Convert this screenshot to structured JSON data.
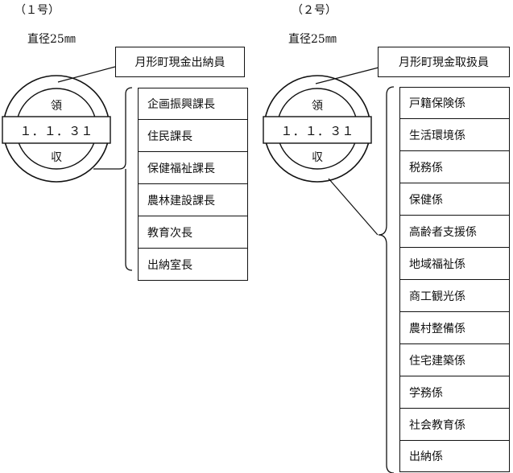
{
  "stamp1": {
    "number_label": "（１号）",
    "diameter_label": "直径25㎜",
    "title": "月形町現金出納員",
    "seal_top": "領",
    "seal_date": "１．１．３１",
    "seal_bottom": "収",
    "items": [
      "企画振興課長",
      "住民課長",
      "保健福祉課長",
      "農林建設課長",
      "教育次長",
      "出納室長"
    ]
  },
  "stamp2": {
    "number_label": "（２号）",
    "diameter_label": "直径25㎜",
    "title": "月形町現金取扱員",
    "seal_top": "領",
    "seal_date": "１．１．３１",
    "seal_bottom": "収",
    "items": [
      "戸籍保険係",
      "生活環境係",
      "税務係",
      "保健係",
      "高齢者支援係",
      "地域福祉係",
      "商工観光係",
      "農村整備係",
      "住宅建築係",
      "学務係",
      "社会教育係",
      "出納係"
    ]
  }
}
